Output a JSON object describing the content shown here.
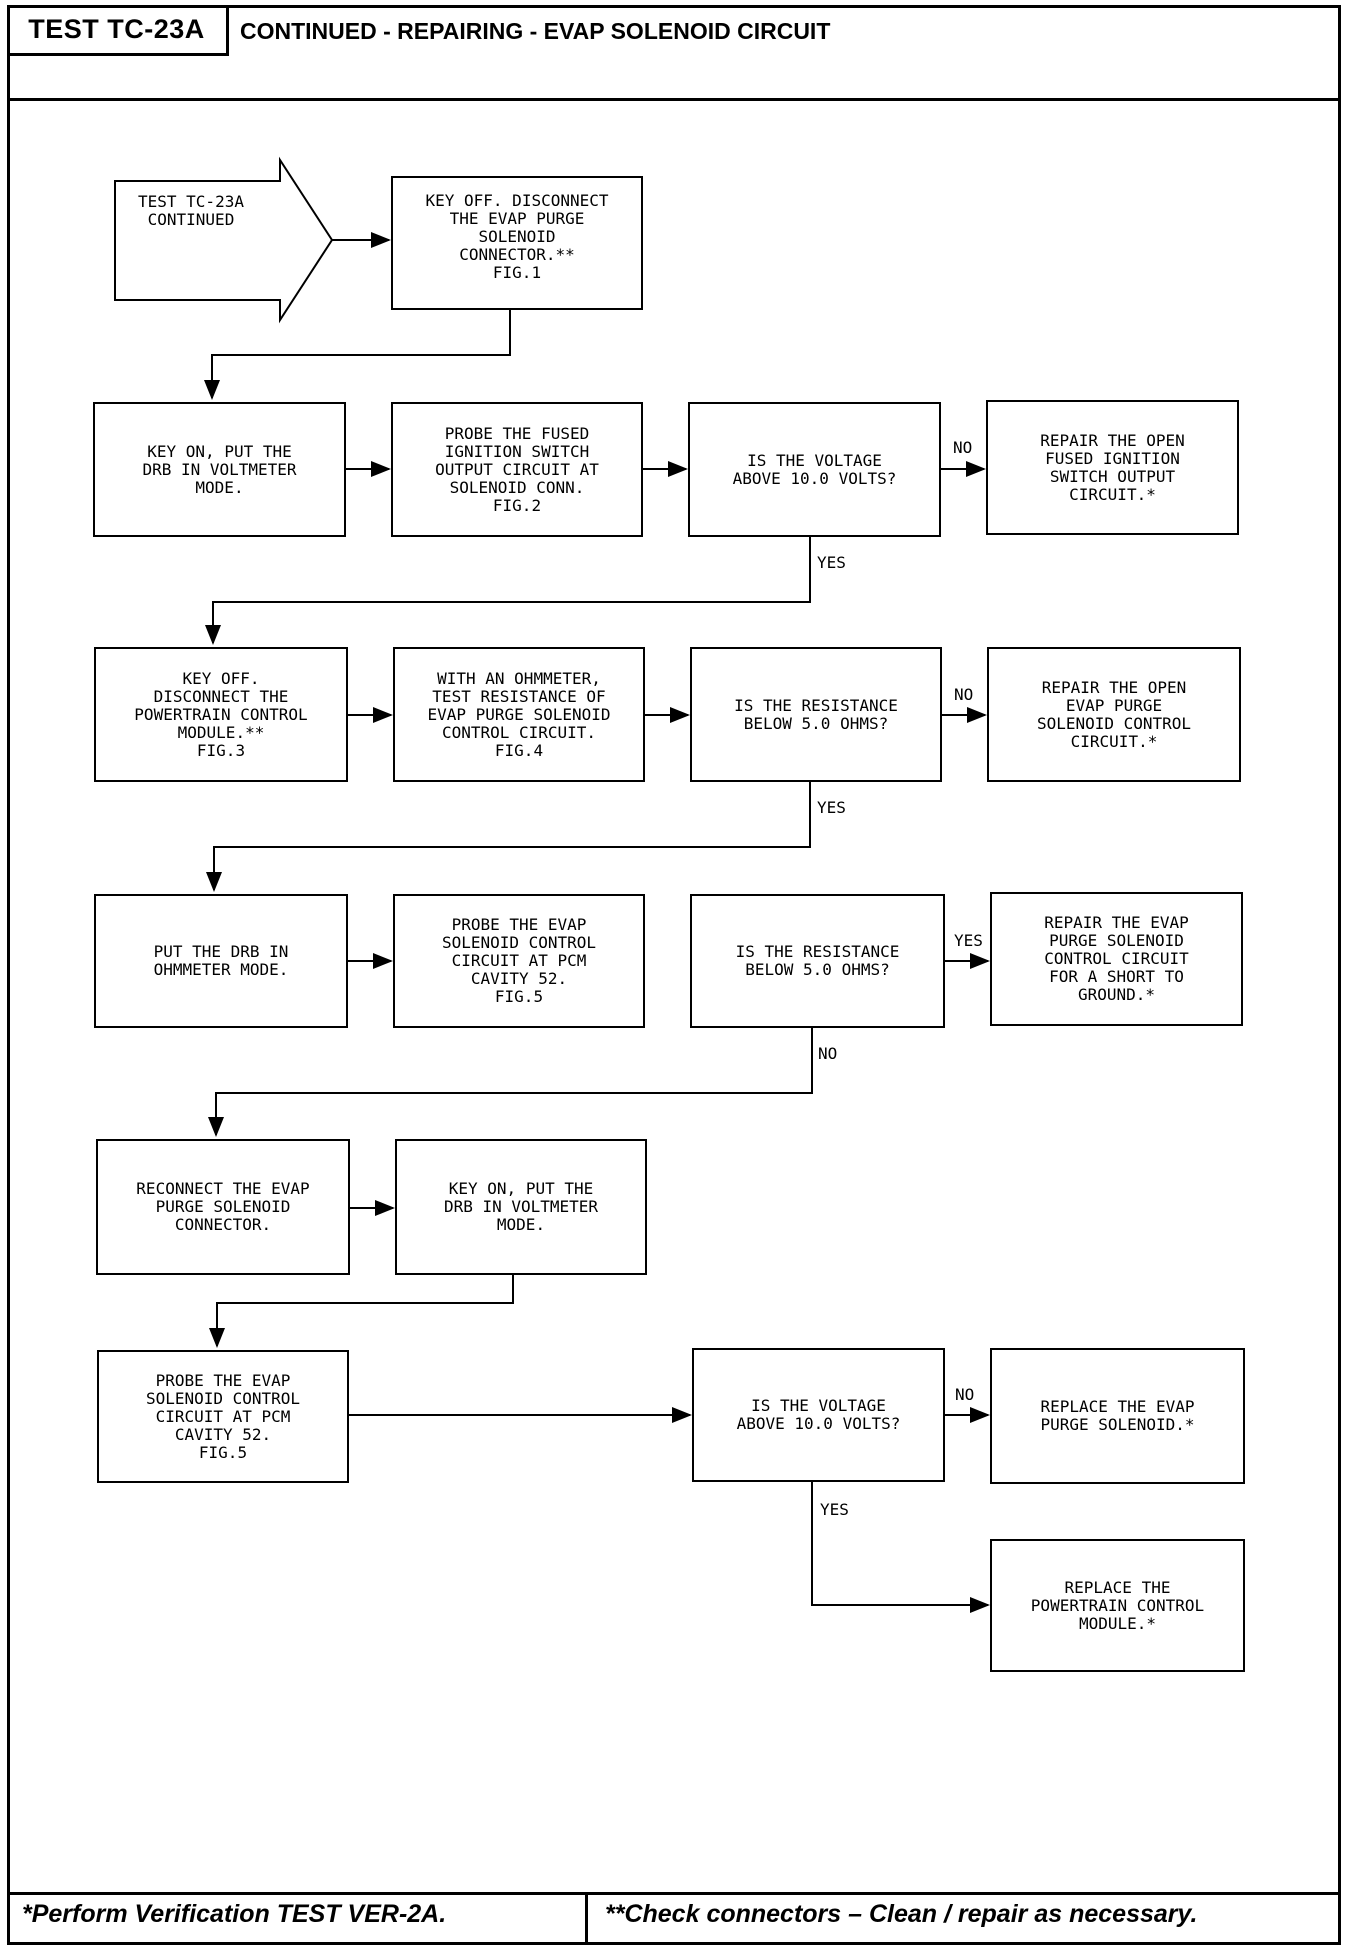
{
  "header": {
    "test_id": "TEST TC-23A",
    "title": "CONTINUED - REPAIRING - EVAP SOLENOID CIRCUIT"
  },
  "start": {
    "label": "TEST TC-23A\nCONTINUED"
  },
  "steps": {
    "s1": "KEY OFF. DISCONNECT\nTHE EVAP PURGE\nSOLENOID\nCONNECTOR.**\nFIG.1",
    "s2": "KEY ON, PUT THE\nDRB IN VOLTMETER\nMODE.",
    "s3": "PROBE THE FUSED\nIGNITION SWITCH\nOUTPUT CIRCUIT AT\nSOLENOID CONN.\nFIG.2",
    "d1": "IS THE VOLTAGE\nABOVE 10.0 VOLTS?",
    "r1": "REPAIR THE OPEN\nFUSED IGNITION\nSWITCH OUTPUT\nCIRCUIT.*",
    "s4": "KEY OFF.\nDISCONNECT THE\nPOWERTRAIN CONTROL\nMODULE.**\nFIG.3",
    "s5": "WITH AN OHMMETER,\nTEST RESISTANCE OF\nEVAP PURGE SOLENOID\nCONTROL CIRCUIT.\nFIG.4",
    "d2": "IS THE RESISTANCE\nBELOW 5.0 OHMS?",
    "r2": "REPAIR THE OPEN\nEVAP PURGE\nSOLENOID CONTROL\nCIRCUIT.*",
    "s6": "PUT THE DRB IN\nOHMMETER MODE.",
    "s7": "PROBE THE EVAP\nSOLENOID CONTROL\nCIRCUIT AT PCM\nCAVITY 52.\nFIG.5",
    "d3": "IS THE RESISTANCE\nBELOW 5.0 OHMS?",
    "r3": "REPAIR THE EVAP\nPURGE SOLENOID\nCONTROL CIRCUIT\nFOR A SHORT TO\nGROUND.*",
    "s8": "RECONNECT THE EVAP\nPURGE SOLENOID\nCONNECTOR.",
    "s9": "KEY ON, PUT THE\nDRB IN VOLTMETER\nMODE.",
    "s10": "PROBE THE EVAP\nSOLENOID CONTROL\nCIRCUIT AT PCM\nCAVITY 52.\nFIG.5",
    "d4": "IS THE VOLTAGE\nABOVE 10.0 VOLTS?",
    "r4": "REPLACE THE EVAP\nPURGE SOLENOID.*",
    "r5": "REPLACE THE\nPOWERTRAIN CONTROL\nMODULE.*"
  },
  "labels": {
    "no1": "NO",
    "yes1": "YES",
    "no2": "NO",
    "yes2": "YES",
    "yes3": "YES",
    "no3": "NO",
    "no4": "NO",
    "yes4": "YES"
  },
  "footer": {
    "note1": "*Perform Verification TEST VER-2A.",
    "note2": "**Check connectors – Clean / repair as necessary."
  }
}
